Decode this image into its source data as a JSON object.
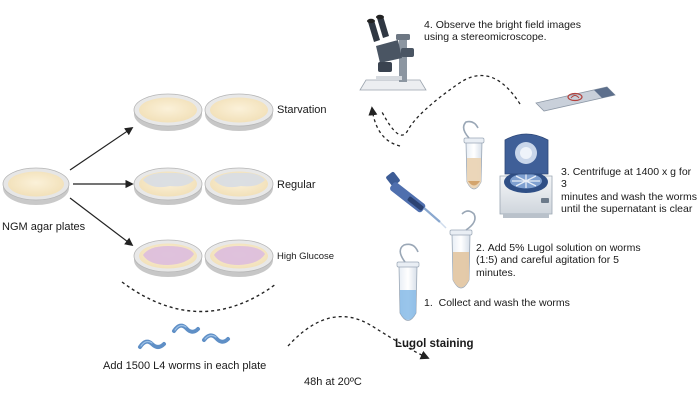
{
  "plates": {
    "source_label": "NGM agar plates",
    "conditions": [
      {
        "label": "Starvation",
        "tint": "none"
      },
      {
        "label": "Regular",
        "tint": "grey"
      },
      {
        "label": "High Glucose",
        "tint": "purple"
      }
    ]
  },
  "worms": {
    "label": "Add 1500 L4 worms in each plate",
    "incubation": "48h at 20ºC"
  },
  "staining": {
    "title": "Lugol staining",
    "steps": [
      {
        "number": "1.",
        "text": "Collect and wash the worms"
      },
      {
        "number": "2.",
        "text_lines": [
          "Add 5% Lugol solution on worms",
          "(1:5) and careful agitation for 5",
          "minutes."
        ]
      },
      {
        "number": "3.",
        "text_lines": [
          "Centrifuge at 1400 x g for 3",
          "minutes and wash the worms",
          "until the supernatant is clear"
        ]
      },
      {
        "number": "4.",
        "text_lines": [
          "Observe the bright field images",
          "using a stereomicroscope."
        ]
      }
    ]
  },
  "colors": {
    "agar": "#f6e7c6",
    "plate_rim": "#b9b9b9",
    "grey_bacteria": "#d9dde3",
    "purple_bacteria": "#ddbfdc",
    "worm": "#5f8fc6",
    "arrow": "#222222",
    "machine_blue": "#5877b3"
  }
}
